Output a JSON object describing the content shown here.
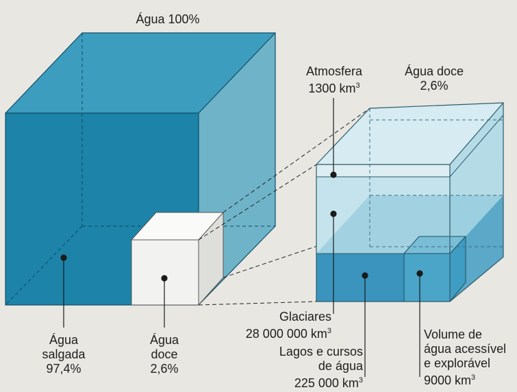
{
  "title": "Água 100%",
  "labels": {
    "agua_salgada": [
      "Água",
      "salgada",
      "97,4%"
    ],
    "agua_doce_small": [
      "Água",
      "doce",
      "2,6%"
    ],
    "atmosfera": {
      "name": "Atmosfera",
      "value": "1300 km",
      "unit_sup": "3"
    },
    "agua_doce_big": [
      "Água doce",
      "2,6%"
    ],
    "glaciares": {
      "name": "Glaciares",
      "value": "28 000 000 km",
      "unit_sup": "3"
    },
    "lagos": {
      "line1": "Lagos e cursos",
      "line2": "de água",
      "value": "225 000 km",
      "unit_sup": "3"
    },
    "volume": {
      "line1": "Volume de",
      "line2": "água acessível",
      "line3": "e explorável",
      "value": "9000 km",
      "unit_sup": "3"
    }
  },
  "colors": {
    "background": "#e9e7e2",
    "salt_front": "#1d83a8",
    "salt_top": "#3c9dbf",
    "salt_side": "#6fb3c9",
    "fresh_cube": "#f2f2f0",
    "glass": "#bfe0ea",
    "ice": "#9fcfe0",
    "lakes": "#3a94bd",
    "accessible": "#4aa5c8"
  }
}
